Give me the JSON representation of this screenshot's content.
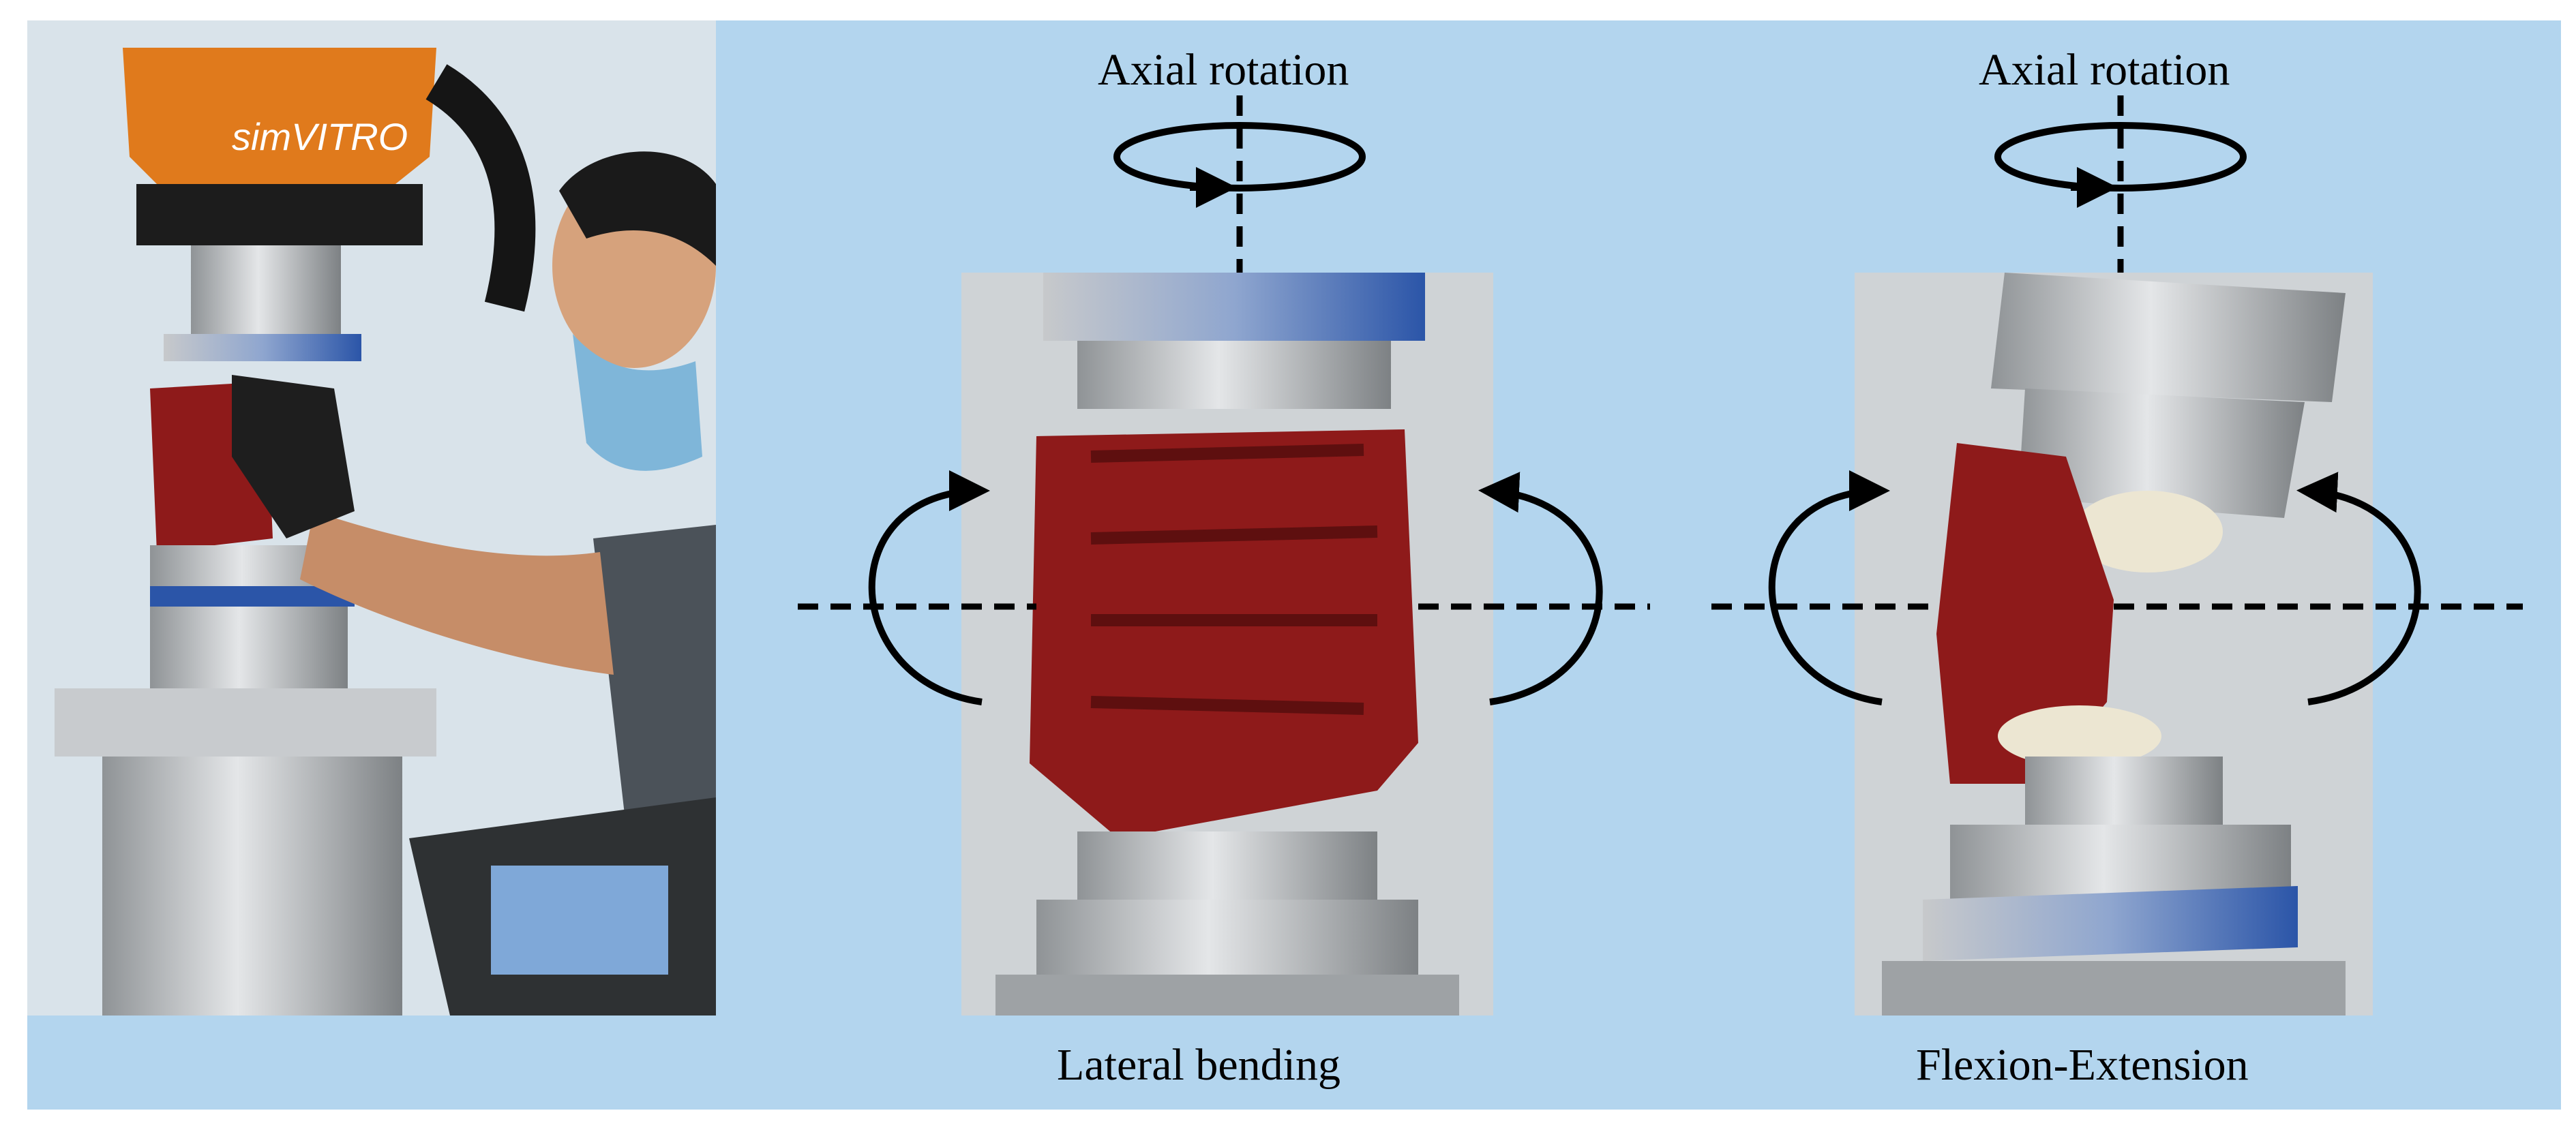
{
  "panels": [
    {
      "id": "photo-robot",
      "robot_brand_text": "simVITRO"
    },
    {
      "id": "lateral-bending",
      "top_label": "Axial rotation",
      "bottom_label": "Lateral bending"
    },
    {
      "id": "flexion-extension",
      "top_label": "Axial rotation",
      "bottom_label": "Flexion-Extension"
    }
  ],
  "colors": {
    "background": "#b3d5ee",
    "specimen": "#8e1a1a",
    "robot_orange": "#e07a1c",
    "metal": "#bfc1c3",
    "fixture_blue": "#2b55a8"
  }
}
